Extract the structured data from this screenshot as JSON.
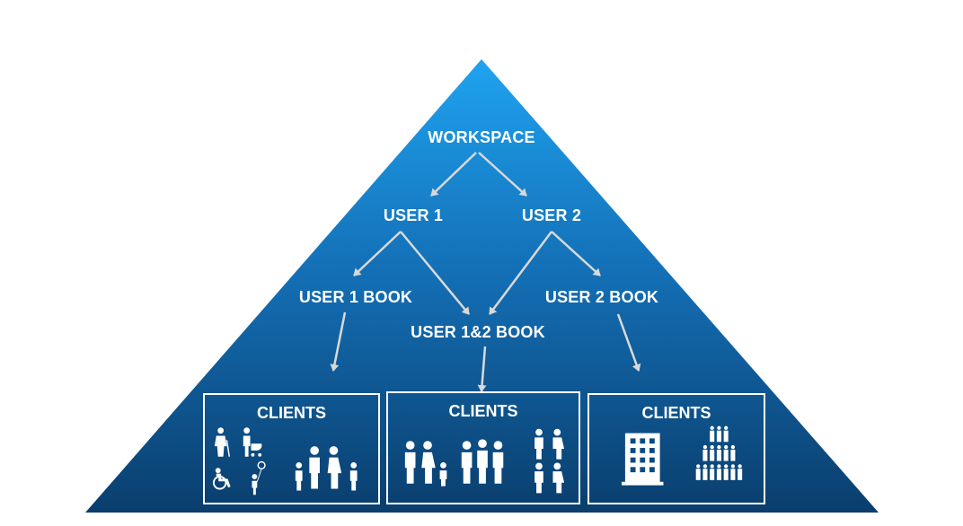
{
  "colors": {
    "pyramid_top": "#1fa3f0",
    "pyramid_bottom": "#0a3e6d",
    "foreground": "#ffffff",
    "arrow": "#d9d9d9"
  },
  "nodes": {
    "workspace": "WORKSPACE",
    "user1": "USER 1",
    "user2": "USER 2",
    "user1_book": "USER 1 BOOK",
    "user12_book": "USER 1&2 BOOK",
    "user2_book": "USER 2 BOOK"
  },
  "clients": [
    {
      "title": "CLIENTS",
      "icons": [
        "elderly-person-icon",
        "parent-with-stroller-icon",
        "wheelchair-user-icon",
        "child-with-balloon-icon",
        "family-icon"
      ]
    },
    {
      "title": "CLIENTS",
      "icons": [
        "couple-with-child-icon",
        "group-of-three-icon",
        "man-woman-pair-icon",
        "man-woman-pair-icon"
      ]
    },
    {
      "title": "CLIENTS",
      "icons": [
        "office-building-icon",
        "crowd-icon"
      ]
    }
  ],
  "edges": [
    [
      "WORKSPACE",
      "USER 1"
    ],
    [
      "WORKSPACE",
      "USER 2"
    ],
    [
      "USER 1",
      "USER 1 BOOK"
    ],
    [
      "USER 1",
      "USER 1&2 BOOK"
    ],
    [
      "USER 2",
      "USER 1&2 BOOK"
    ],
    [
      "USER 2",
      "USER 2 BOOK"
    ],
    [
      "USER 1 BOOK",
      "CLIENTS"
    ],
    [
      "USER 1&2 BOOK",
      "CLIENTS"
    ],
    [
      "USER 2 BOOK",
      "CLIENTS"
    ]
  ]
}
